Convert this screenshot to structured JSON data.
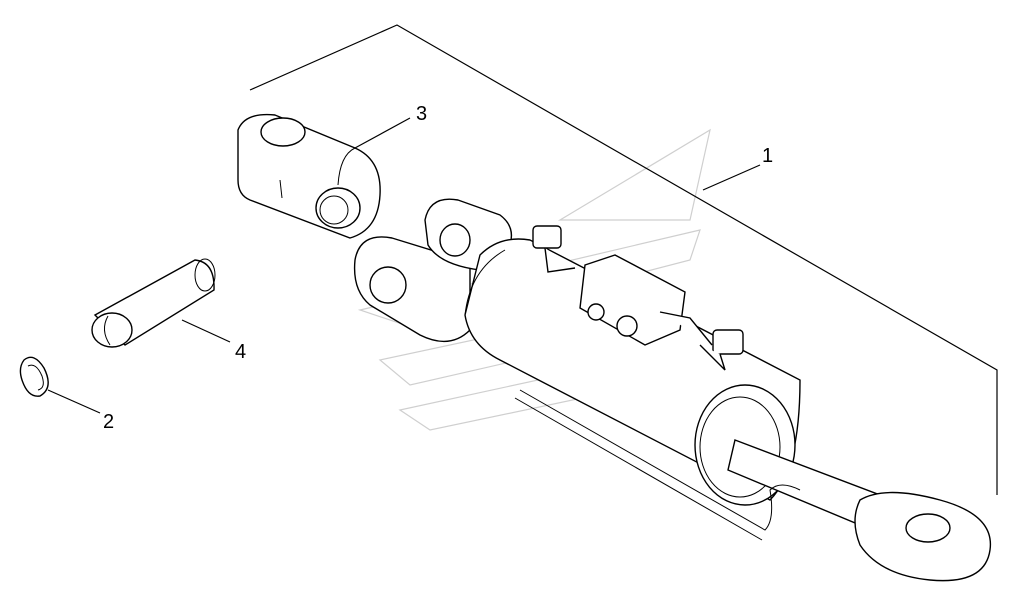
{
  "callouts": {
    "c1": "1",
    "c2": "2",
    "c3": "3",
    "c4": "4"
  },
  "parts": [
    {
      "id": "1",
      "name": "hydraulic-cylinder-assembly"
    },
    {
      "id": "2",
      "name": "retaining-ring"
    },
    {
      "id": "3",
      "name": "clevis-yoke"
    },
    {
      "id": "4",
      "name": "pivot-pin"
    }
  ],
  "colors": {
    "line": "#000000",
    "watermark": "#cfcfcf",
    "background": "#ffffff"
  }
}
